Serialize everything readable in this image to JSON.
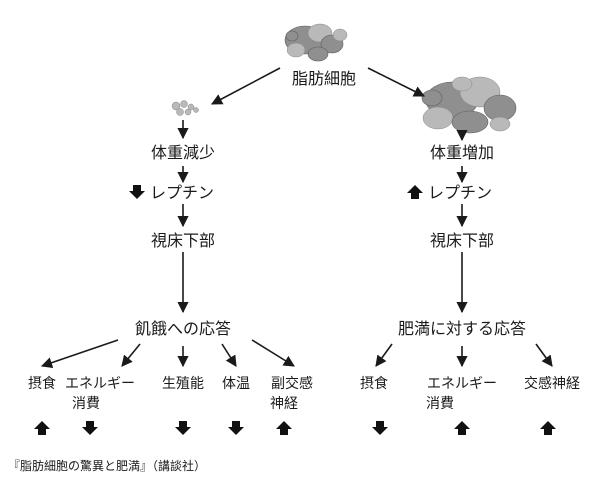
{
  "top": {
    "label": "脂肪細胞"
  },
  "left": {
    "weight": "体重減少",
    "leptin": "レプチン",
    "leptin_dir": "down",
    "hypo": "視床下部",
    "response": "飢餓への応答",
    "effects": [
      {
        "label": "摂食",
        "dir": "up"
      },
      {
        "label": "エネルギー\n消費",
        "dir": "down"
      },
      {
        "label": "生殖能",
        "dir": "down"
      },
      {
        "label": "体温",
        "dir": "down"
      },
      {
        "label": "副交感\n神経",
        "dir": "up"
      }
    ]
  },
  "right": {
    "weight": "体重増加",
    "leptin": "レプチン",
    "leptin_dir": "up",
    "hypo": "視床下部",
    "response": "肥満に対する応答",
    "effects": [
      {
        "label": "摂食",
        "dir": "down"
      },
      {
        "label": "エネルギー\n消費",
        "dir": "up"
      },
      {
        "label": "交感神経",
        "dir": "up"
      }
    ]
  },
  "caption": "『脂肪細胞の驚異と肥満』（講談社）"
}
